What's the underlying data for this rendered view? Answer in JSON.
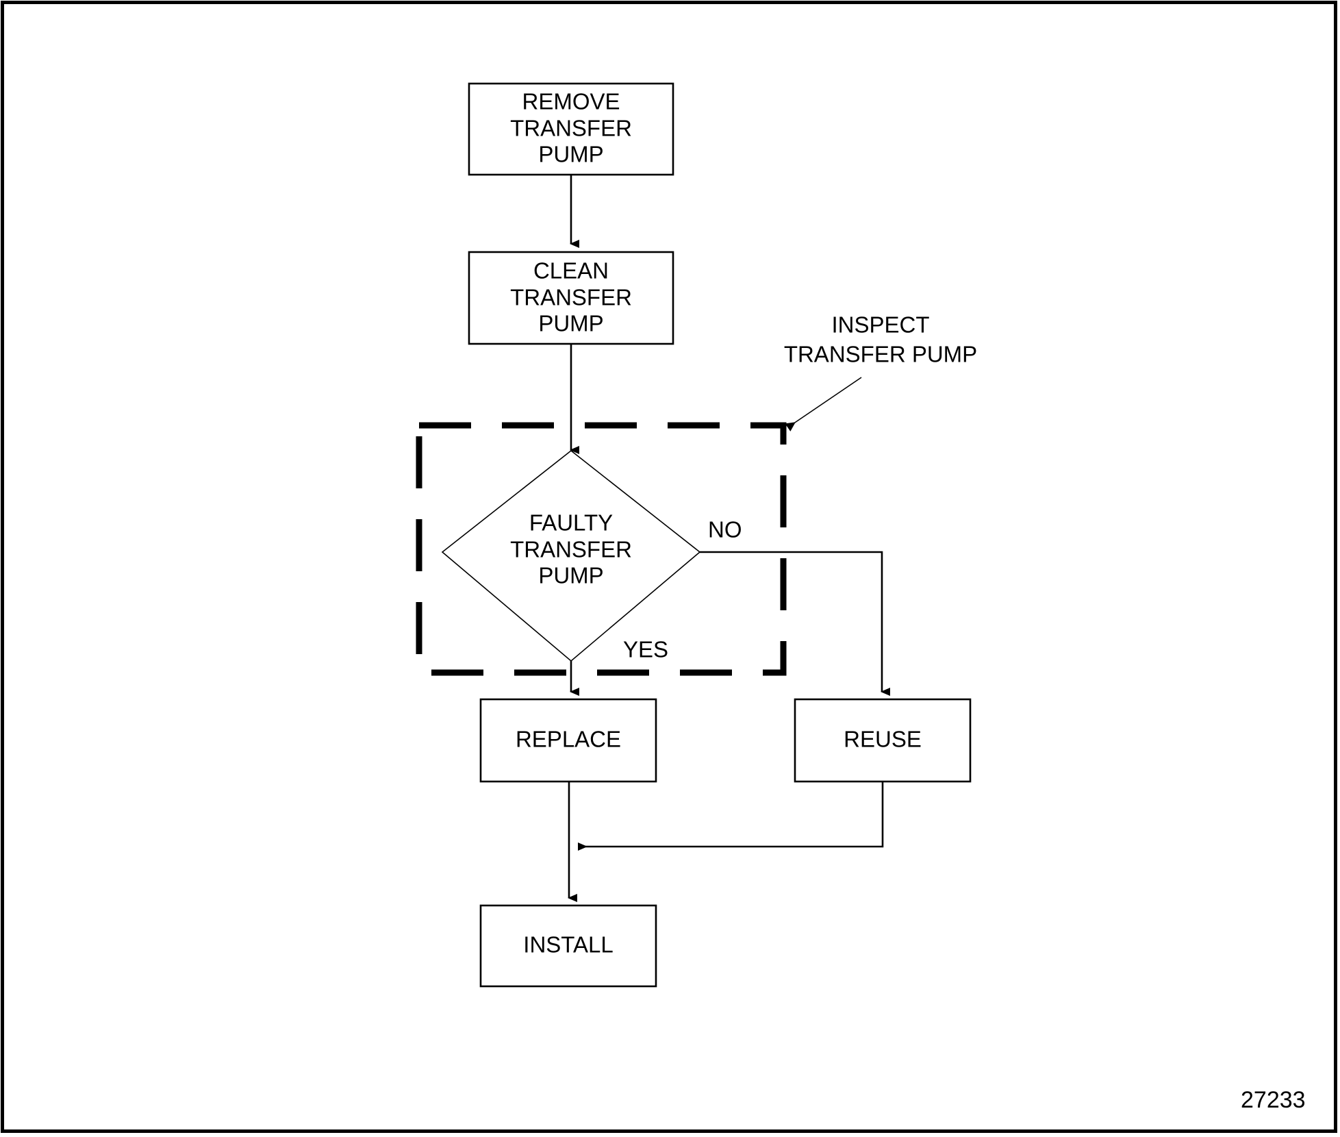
{
  "figure": {
    "id_number": "27233",
    "border_color": "#000000",
    "background_color": "#ffffff",
    "line_color": "#000000"
  },
  "chart_data": {
    "type": "diagram",
    "diagram_kind": "flowchart",
    "title": "",
    "nodes": [
      {
        "id": "remove",
        "shape": "process",
        "label": "REMOVE\nTRANSFER\nPUMP",
        "lines": [
          "REMOVE",
          "TRANSFER",
          "PUMP"
        ]
      },
      {
        "id": "clean",
        "shape": "process",
        "label": "CLEAN\nTRANSFER\nPUMP",
        "lines": [
          "CLEAN",
          "TRANSFER",
          "PUMP"
        ]
      },
      {
        "id": "faulty",
        "shape": "decision",
        "label": "FAULTY\nTRANSFER\nPUMP",
        "lines": [
          "FAULTY",
          "TRANSFER",
          "PUMP"
        ]
      },
      {
        "id": "replace",
        "shape": "process",
        "label": "REPLACE",
        "lines": [
          "REPLACE"
        ]
      },
      {
        "id": "reuse",
        "shape": "process",
        "label": "REUSE",
        "lines": [
          "REUSE"
        ]
      },
      {
        "id": "install",
        "shape": "process",
        "label": "INSTALL",
        "lines": [
          "INSTALL"
        ]
      }
    ],
    "edges": [
      {
        "from": "remove",
        "to": "clean",
        "label": ""
      },
      {
        "from": "clean",
        "to": "faulty",
        "label": ""
      },
      {
        "from": "faulty",
        "to": "replace",
        "label": "YES"
      },
      {
        "from": "faulty",
        "to": "reuse",
        "label": "NO"
      },
      {
        "from": "replace",
        "to": "install",
        "label": ""
      },
      {
        "from": "reuse",
        "to": "install",
        "label": ""
      }
    ],
    "groups": [
      {
        "id": "inspect",
        "style": "dashed",
        "callout": "INSPECT TRANSFER PUMP",
        "contains": [
          "faulty"
        ]
      }
    ]
  },
  "nodes": {
    "remove": {
      "line1": "REMOVE",
      "line2": "TRANSFER",
      "line3": "PUMP"
    },
    "clean": {
      "line1": "CLEAN",
      "line2": "TRANSFER",
      "line3": "PUMP"
    },
    "faulty": {
      "line1": "FAULTY",
      "line2": "TRANSFER",
      "line3": "PUMP"
    },
    "replace": {
      "line1": "REPLACE"
    },
    "reuse": {
      "line1": "REUSE"
    },
    "install": {
      "line1": "INSTALL"
    }
  },
  "labels": {
    "yes": "YES",
    "no": "NO"
  },
  "callout": {
    "line1": "INSPECT",
    "line2": "TRANSFER PUMP"
  }
}
